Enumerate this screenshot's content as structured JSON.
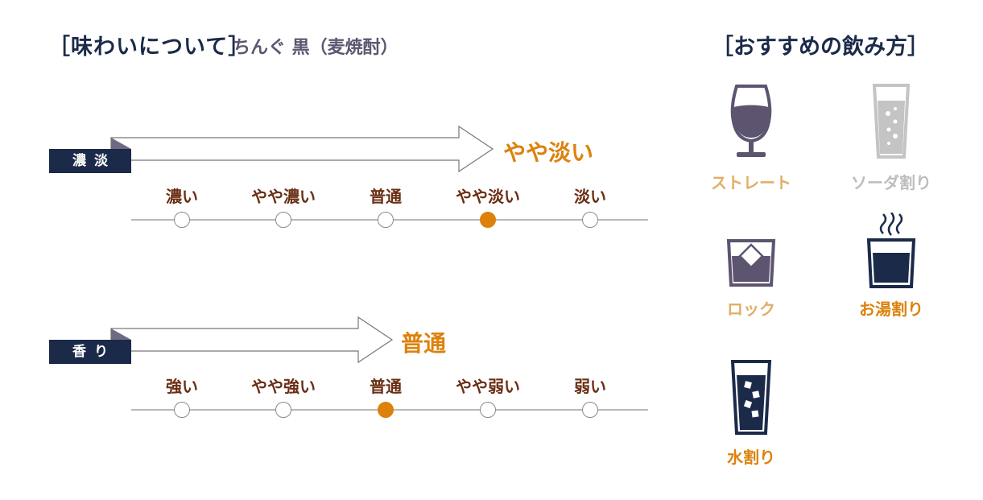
{
  "header": {
    "title": "［味わいについて］",
    "subtitle": "ちんぐ 黒（麦焼酎）",
    "recommend_title": "［おすすめの飲み方］"
  },
  "taste": {
    "label": "濃淡",
    "value": "やや淡い",
    "steps": [
      "濃い",
      "やや濃い",
      "普通",
      "やや淡い",
      "淡い"
    ],
    "selected_index": 3
  },
  "aroma": {
    "label": "香り",
    "value": "普通",
    "steps": [
      "強い",
      "やや強い",
      "普通",
      "やや弱い",
      "弱い"
    ],
    "selected_index": 2
  },
  "drinks": [
    {
      "label": "ストレート",
      "icon": "wine-glass-icon",
      "recommended": false,
      "color": "#e0ae66"
    },
    {
      "label": "ソーダ割り",
      "icon": "soda-glass-icon",
      "recommended": false,
      "color": "#bdbdbd"
    },
    {
      "label": "ロック",
      "icon": "rock-glass-icon",
      "recommended": false,
      "color": "#e0ae66"
    },
    {
      "label": "お湯割り",
      "icon": "hot-water-cup-icon",
      "recommended": true,
      "color": "#dc820c"
    },
    {
      "label": "水割り",
      "icon": "water-glass-icon",
      "recommended": true,
      "color": "#dc820c"
    }
  ],
  "colors": {
    "navy": "#1b2a49",
    "accent": "#dc820c",
    "step_text": "#6a2e14",
    "icon_purple": "#5d5470",
    "icon_gray": "#bdbdbd"
  }
}
